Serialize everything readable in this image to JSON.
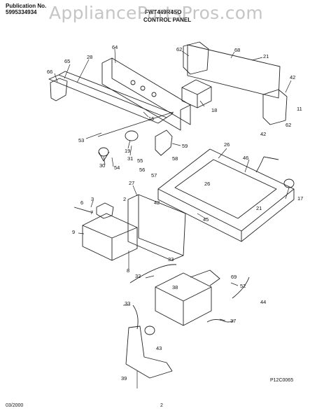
{
  "header": {
    "pub_label": "Publication No.",
    "pub_number": "5995334934",
    "model_number": "FWT449R4SO",
    "section_title": "CONTROL PANEL"
  },
  "watermark": "AppliancePartsPros.com",
  "figure_code": "P12C0065",
  "footer": {
    "date": "03/2000",
    "page": "2"
  },
  "callouts": [
    "66",
    "65",
    "28",
    "64",
    "62",
    "68",
    "21",
    "42",
    "11",
    "18",
    "62",
    "42",
    "16",
    "53",
    "19",
    "31",
    "30",
    "54",
    "55",
    "59",
    "56",
    "58",
    "57",
    "26",
    "46",
    "3",
    "27",
    "7",
    "2",
    "42",
    "26",
    "21",
    "17",
    "6",
    "45",
    "9",
    "8",
    "32",
    "33",
    "69",
    "52",
    "38",
    "44",
    "33",
    "37",
    "43",
    "39"
  ]
}
